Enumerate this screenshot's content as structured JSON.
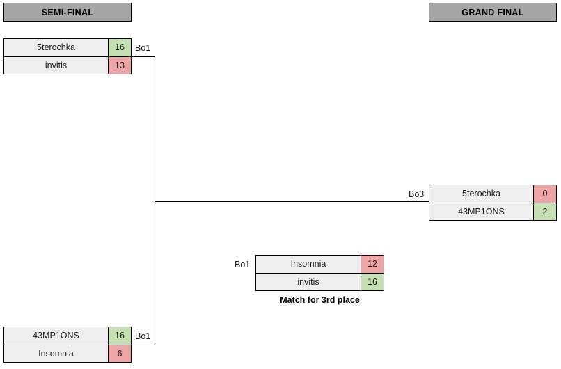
{
  "rounds": {
    "semifinal": {
      "title": "SEMI-FINAL"
    },
    "grandfinal": {
      "title": "GRAND FINAL"
    }
  },
  "colors": {
    "header_bg": "#a6a6a6",
    "box_bg": "#efefef",
    "win_bg": "#c5e0b3",
    "lose_bg": "#eda4a4",
    "border": "#000000",
    "line": "#000000"
  },
  "matches": {
    "semifinal_1": {
      "format": "Bo1",
      "rows": [
        {
          "team": "5terochka",
          "score": "16",
          "result": "win"
        },
        {
          "team": "invitis",
          "score": "13",
          "result": "lose"
        }
      ]
    },
    "semifinal_2": {
      "format": "Bo1",
      "rows": [
        {
          "team": "43MP1ONS",
          "score": "16",
          "result": "win"
        },
        {
          "team": "Insomnia",
          "score": "6",
          "result": "lose"
        }
      ]
    },
    "grand_final": {
      "format": "Bo3",
      "rows": [
        {
          "team": "5terochka",
          "score": "0",
          "result": "lose"
        },
        {
          "team": "43MP1ONS",
          "score": "2",
          "result": "win"
        }
      ]
    },
    "third_place": {
      "format": "Bo1",
      "caption": "Match for 3rd place",
      "rows": [
        {
          "team": "Insomnia",
          "score": "12",
          "result": "lose"
        },
        {
          "team": "invitis",
          "score": "16",
          "result": "win"
        }
      ]
    }
  }
}
